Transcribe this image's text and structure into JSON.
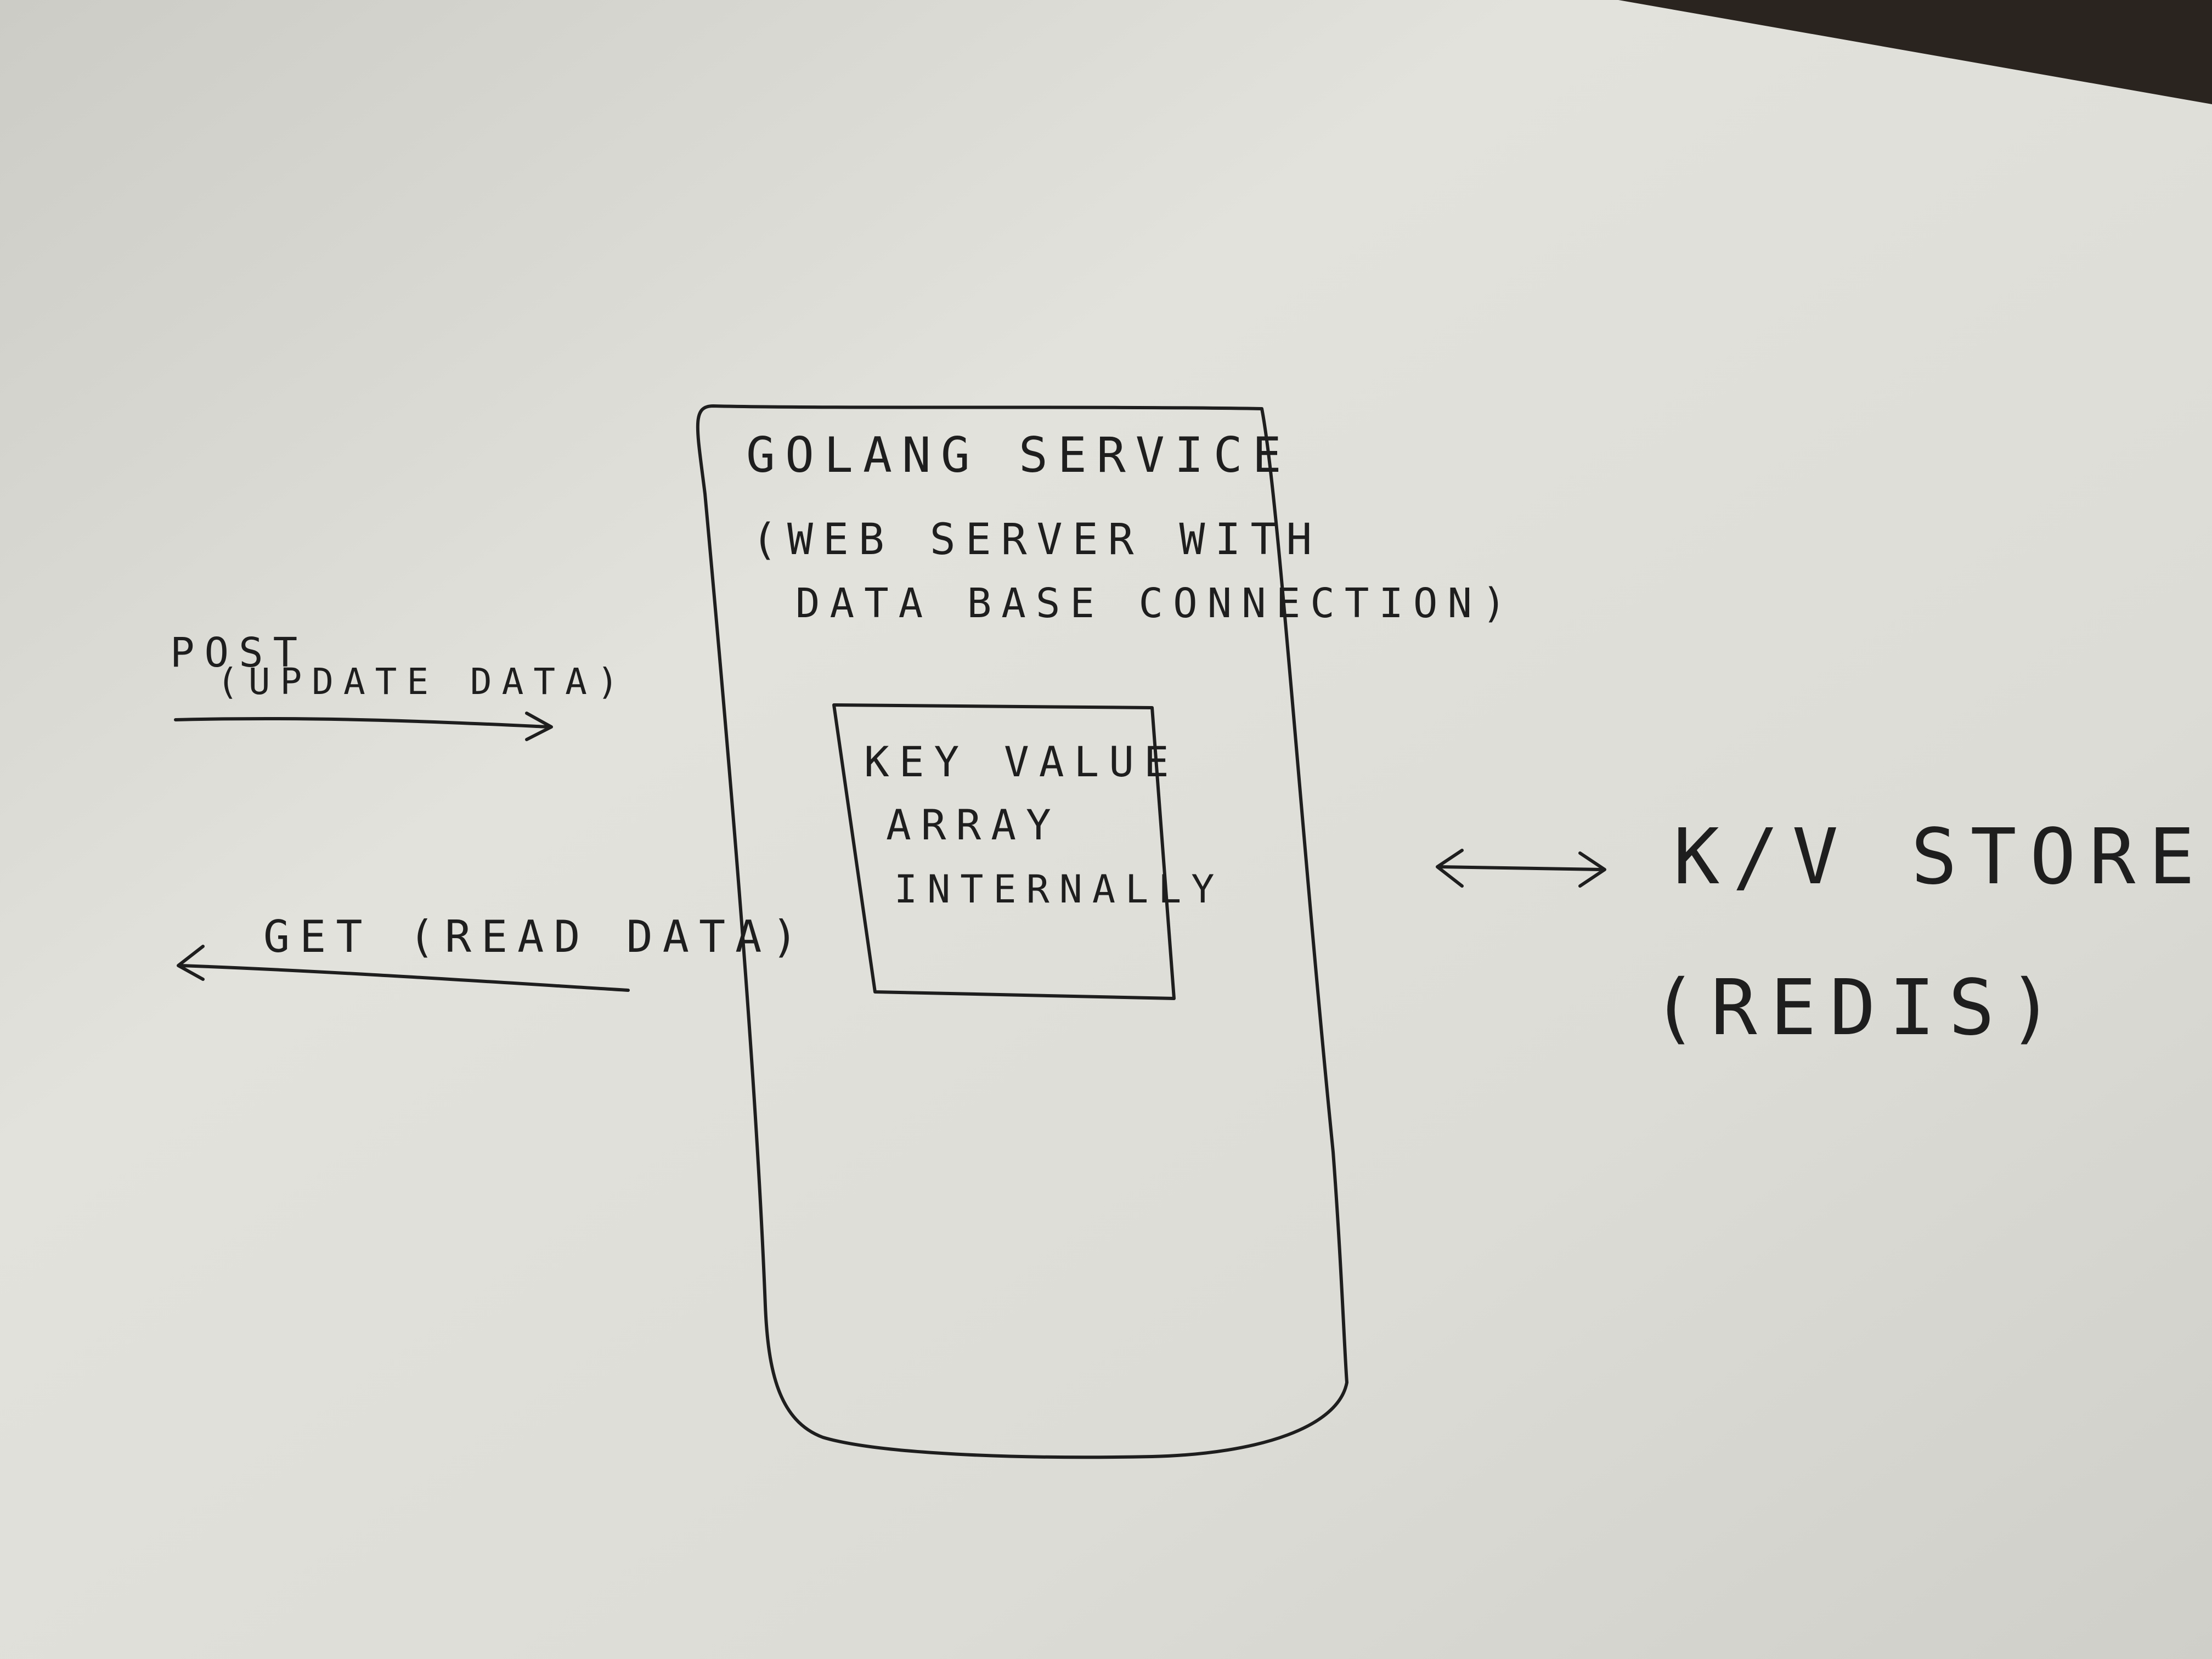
{
  "diagram": {
    "service": {
      "title": "GOLANG SERVICE",
      "subtitle_line1": "(WEB SERVER WITH",
      "subtitle_line2": "DATA BASE CONNECTION)"
    },
    "inner_box": {
      "line1": "KEY VALUE",
      "line2": "ARRAY",
      "line3": "INTERNALLY"
    },
    "requests": {
      "post_label": "POST",
      "post_sub": "(UPDATE DATA)",
      "get_label": "GET (READ DATA)"
    },
    "store": {
      "line1": "K/V STORE",
      "line2": "(REDIS)"
    }
  }
}
